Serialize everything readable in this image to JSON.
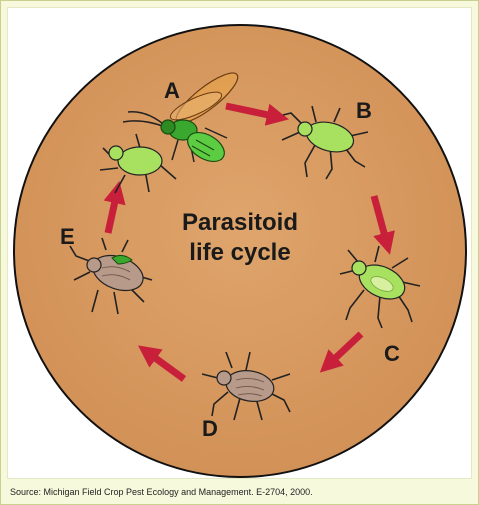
{
  "diagram": {
    "title_line1": "Parasitoid",
    "title_line2": "life cycle",
    "stages": {
      "A": "A",
      "B": "B",
      "C": "C",
      "D": "D",
      "E": "E"
    },
    "source": "Source: Michigan Field Crop Pest Ecology and Management. E-2704, 2000."
  },
  "colors": {
    "circle_fill": "#d99a62",
    "arrow": "#c8203a",
    "healthy_aphid": "#a8e060",
    "mummy_aphid": "#b89a8a",
    "wasp_green": "#4fbf3a",
    "wasp_wing": "#d98a3a"
  },
  "icons": [
    "wasp-icon",
    "aphid-icon",
    "mummified-aphid-icon",
    "arrow-icon"
  ]
}
